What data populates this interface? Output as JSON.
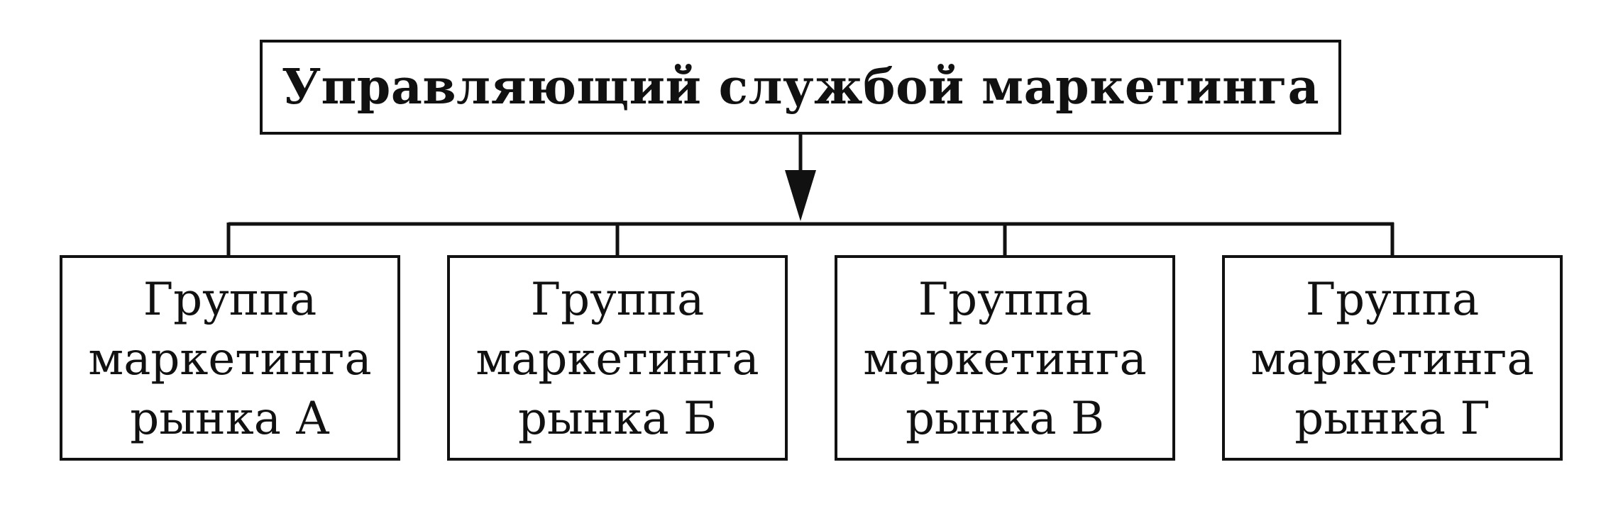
{
  "diagram": {
    "root": {
      "label": "Управляющий службой маркетинга"
    },
    "children": [
      {
        "line1": "Группа",
        "line2": "маркетинга",
        "line3": "рынка А"
      },
      {
        "line1": "Группа",
        "line2": "маркетинга",
        "line3": "рынка Б"
      },
      {
        "line1": "Группа",
        "line2": "маркетинга",
        "line3": "рынка В"
      },
      {
        "line1": "Группа",
        "line2": "маркетинга",
        "line3": "рынка Г"
      }
    ],
    "line_color": "#111111"
  }
}
